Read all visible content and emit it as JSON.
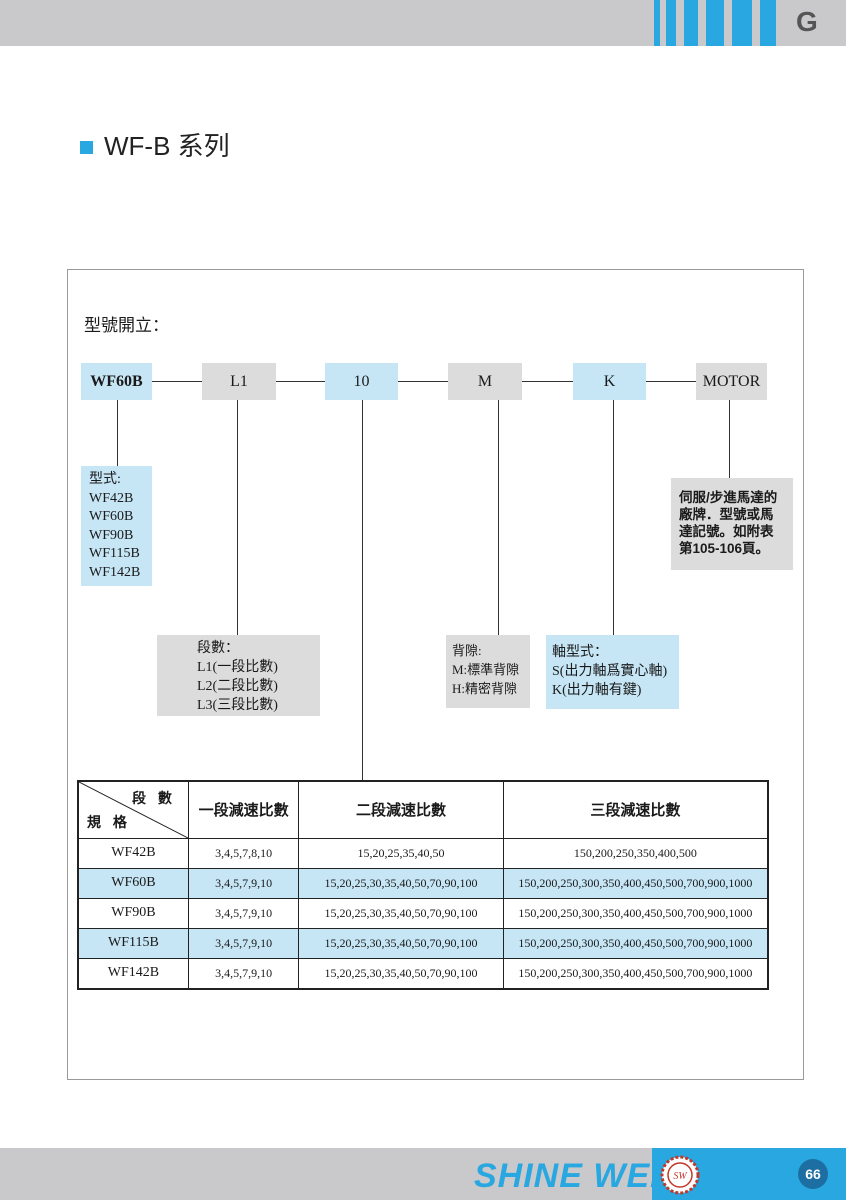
{
  "header": {
    "section_letter": "G"
  },
  "title": {
    "text": "WF-B 系列"
  },
  "model_code": {
    "heading": "型號開立：",
    "parts": [
      "WF60B",
      "L1",
      "10",
      "M",
      "K",
      "MOTOR"
    ],
    "type_desc": [
      "型式:",
      "WF42B",
      "WF60B",
      "WF90B",
      "WF115B",
      "WF142B"
    ],
    "stage_desc": [
      "段數：",
      "L1(一段比數)",
      "L2(二段比數)",
      "L3(三段比數)"
    ],
    "backlash_desc": [
      "背隙:",
      "M:標準背隙",
      "H:精密背隙"
    ],
    "shaft_desc": [
      "軸型式：",
      "S(出力軸爲實心軸)",
      "K(出力軸有鍵)"
    ],
    "motor_desc": [
      "伺服/步進馬達的",
      "廠牌．型號或馬",
      "達記號。如附表",
      "第105-106頁。"
    ]
  },
  "table": {
    "corner_top": "段 數",
    "corner_bottom": "規 格",
    "headers": [
      "一段減速比數",
      "二段減速比數",
      "三段減速比數"
    ],
    "rows": [
      {
        "model": "WF42B",
        "one": "3,4,5,7,8,10",
        "two": "15,20,25,35,40,50",
        "three": "150,200,250,350,400,500"
      },
      {
        "model": "WF60B",
        "one": "3,4,5,7,9,10",
        "two": "15,20,25,30,35,40,50,70,90,100",
        "three": "150,200,250,300,350,400,450,500,700,900,1000"
      },
      {
        "model": "WF90B",
        "one": "3,4,5,7,9,10",
        "two": "15,20,25,30,35,40,50,70,90,100",
        "three": "150,200,250,300,350,400,450,500,700,900,1000"
      },
      {
        "model": "WF115B",
        "one": "3,4,5,7,9,10",
        "two": "15,20,25,30,35,40,50,70,90,100",
        "three": "150,200,250,300,350,400,450,500,700,900,1000"
      },
      {
        "model": "WF142B",
        "one": "3,4,5,7,9,10",
        "two": "15,20,25,30,35,40,50,70,90,100",
        "three": "150,200,250,300,350,400,450,500,700,900,1000"
      }
    ]
  },
  "footer": {
    "brand": "SHINE WEI",
    "logo_text": "SW",
    "page_number": "66"
  },
  "colors": {
    "accent": "#29a7e1",
    "light_blue": "#c6e6f6",
    "grey": "#dcdcdc",
    "bar_grey": "#c9c9cb"
  }
}
